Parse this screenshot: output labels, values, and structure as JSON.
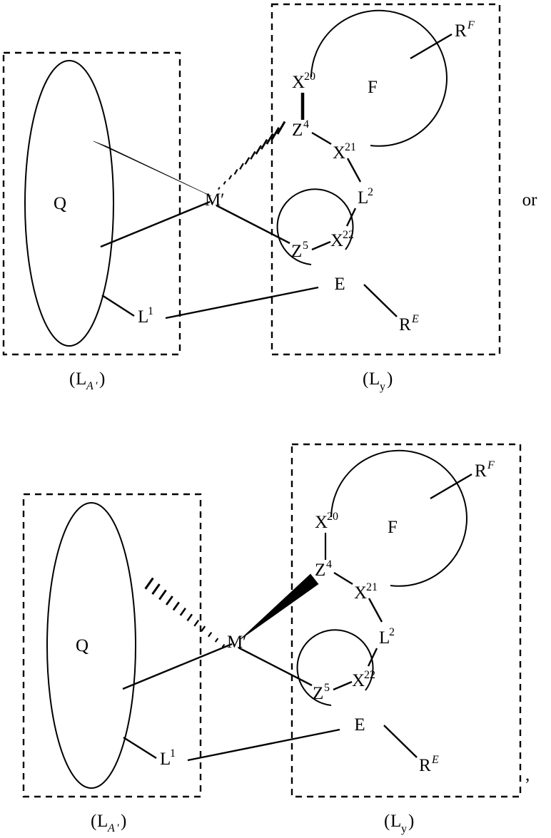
{
  "document": {
    "type": "chemical-structure-diagram",
    "description": "Two alternative stereochemical representations of a metal complex with ligand frameworks (L_A') and (L_y)",
    "connector_text": "or",
    "trailing_punctuation": ","
  },
  "structures": [
    {
      "id": "structure-1",
      "left_box": {
        "caption": "(L",
        "caption_sub": "A",
        "caption_prime": "′",
        "caption_close": ")",
        "caption_full": "(LA')",
        "shape": "ellipse",
        "shape_label": "Q"
      },
      "right_box": {
        "caption": "(L",
        "caption_sub": "y",
        "caption_close": ")",
        "caption_full": "(Ly)",
        "rings": [
          {
            "label": "F",
            "substituent": "R",
            "substituent_sup": "F"
          },
          {
            "label": "E",
            "substituent": "R",
            "substituent_sup": "E"
          }
        ]
      },
      "metal_center": "M′",
      "atoms": [
        {
          "label": "X",
          "sup": "20"
        },
        {
          "label": "Z",
          "sup": "4"
        },
        {
          "label": "X",
          "sup": "21"
        },
        {
          "label": "L",
          "sup": "2"
        },
        {
          "label": "X",
          "sup": "22"
        },
        {
          "label": "Z",
          "sup": "5"
        },
        {
          "label": "L",
          "sup": "1"
        }
      ],
      "stereo": {
        "bold_wedge_to": "Q",
        "hashed_wedge_to": "Z4"
      }
    },
    {
      "id": "structure-2",
      "left_box": {
        "caption_full": "(LA')",
        "shape": "ellipse",
        "shape_label": "Q"
      },
      "right_box": {
        "caption_full": "(Ly)",
        "rings": [
          {
            "label": "F",
            "substituent": "R",
            "substituent_sup": "F"
          },
          {
            "label": "E",
            "substituent": "R",
            "substituent_sup": "E"
          }
        ]
      },
      "metal_center": "M′",
      "stereo": {
        "hashed_wedge_to": "Q",
        "bold_wedge_to": "Z4"
      }
    }
  ],
  "labels": {
    "Q": "Q",
    "F": "F",
    "E": "E",
    "M_prime": "M",
    "prime_glyph": "′",
    "R": "R",
    "sup_F": "F",
    "sup_E": "E",
    "X": "X",
    "Z": "Z",
    "L": "L",
    "sup_20": "20",
    "sup_21": "21",
    "sup_22": "22",
    "sup_4": "4",
    "sup_5": "5",
    "sup_1": "1",
    "sup_2": "2",
    "paren_open": "(",
    "paren_close": ")",
    "L_letter": "L",
    "sub_A": "A",
    "sub_y": "y",
    "or": "or",
    "comma": ","
  },
  "colors": {
    "ink": "#000000",
    "background": "#ffffff"
  }
}
